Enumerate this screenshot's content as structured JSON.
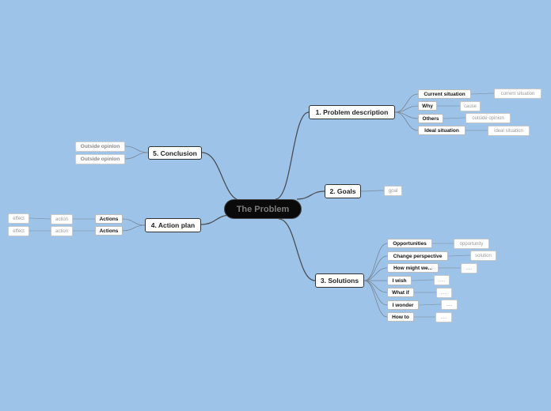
{
  "root": {
    "label": "The Problem"
  },
  "branches": {
    "problem_description": {
      "label": "1. Problem description",
      "items": [
        {
          "label": "Current situation",
          "detail": "current situation"
        },
        {
          "label": "Why",
          "detail": "cause"
        },
        {
          "label": "Others",
          "detail": "outside opinion"
        },
        {
          "label": "Ideal situation",
          "detail": "ideal situation"
        }
      ]
    },
    "goals": {
      "label": "2. Goals",
      "items": [
        {
          "detail": "goal"
        }
      ]
    },
    "solutions": {
      "label": "3. Solutions",
      "items": [
        {
          "label": "Opportunities",
          "detail": "opportunity"
        },
        {
          "label": "Change perspective",
          "detail": "solution"
        },
        {
          "label": "How might we...",
          "detail": "....."
        },
        {
          "label": "I wish",
          "detail": "....."
        },
        {
          "label": "What if",
          "detail": "....."
        },
        {
          "label": "I wonder",
          "detail": "....."
        },
        {
          "label": "How to",
          "detail": "....."
        }
      ]
    },
    "action_plan": {
      "label": "4. Action plan",
      "items": [
        {
          "label": "Actions",
          "action": "action",
          "effect": "effect"
        },
        {
          "label": "Actions",
          "action": "action",
          "effect": "effect"
        }
      ]
    },
    "conclusion": {
      "label": "5. Conclusion",
      "items": [
        {
          "label": "Outside opinion"
        },
        {
          "label": "Outside opinion"
        }
      ]
    }
  },
  "colors": {
    "background": "#9dc3e8",
    "connector": "#4a4f55",
    "leaf_connector": "#7a8796"
  }
}
